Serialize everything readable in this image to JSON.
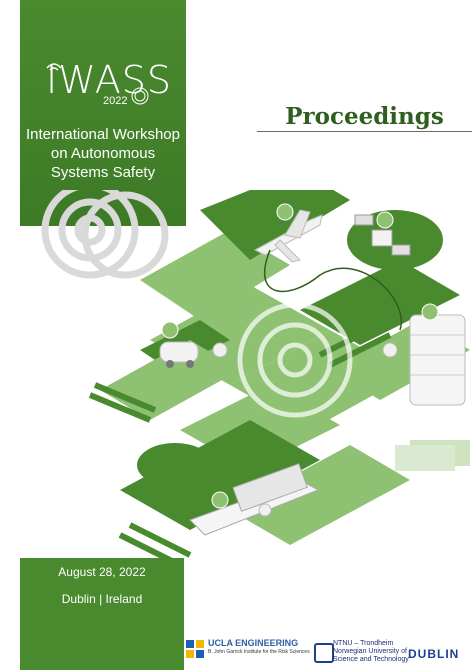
{
  "logo": {
    "name": "IWASS",
    "year": "2022"
  },
  "workshop_lines": [
    "International Workshop",
    "on Autonomous",
    "Systems Safety"
  ],
  "proceedings": "Proceedings",
  "date": "August 28, 2022",
  "place": "Dublin | Ireland",
  "footer": {
    "ucla": "UCLA ENGINEERING",
    "ucla_sub": "B. John Garrick Institute for the Risk Sciences",
    "ntnu_lines": [
      "NTNU – Trondheim",
      "Norwegian University of",
      "Science and Technology"
    ],
    "tu": "DUBLIN"
  },
  "colors": {
    "green": "#4a8a2f",
    "dark_green": "#2f5f1f",
    "light_green": "#8fc172"
  }
}
